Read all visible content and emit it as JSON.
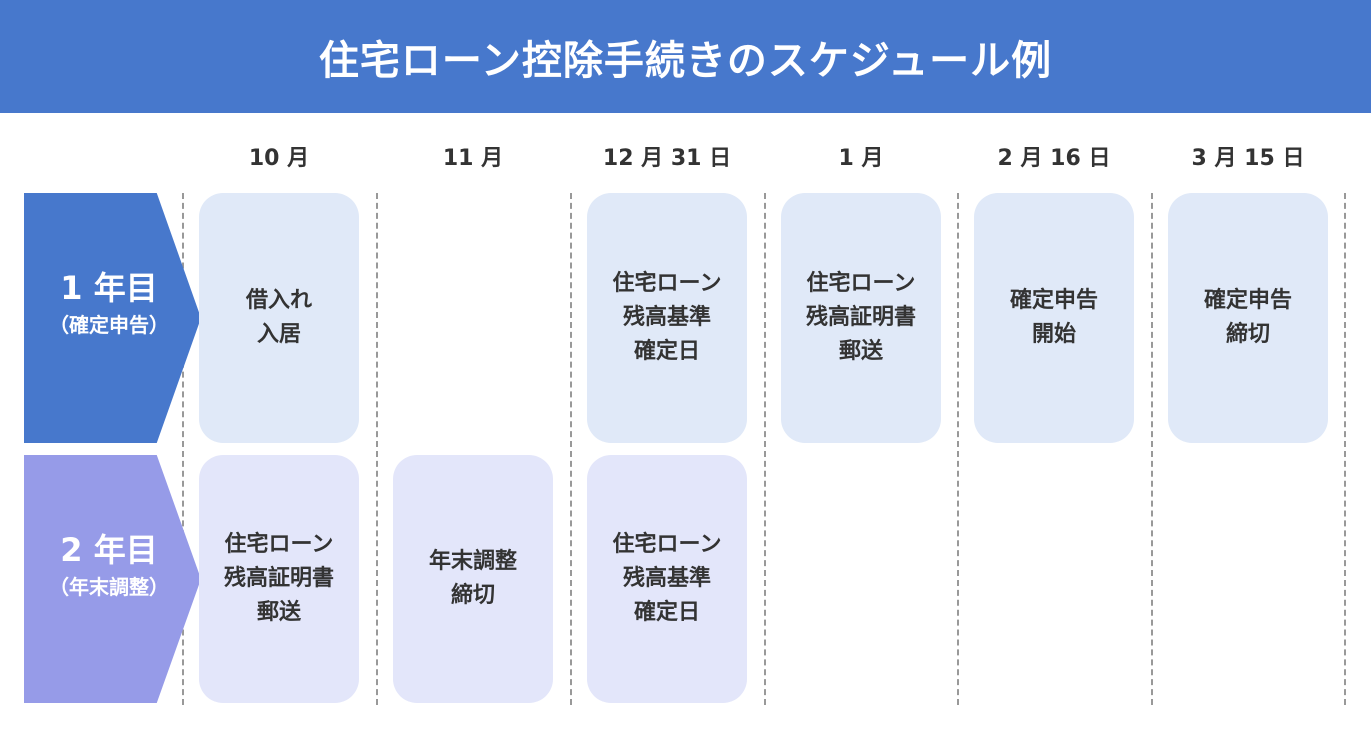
{
  "title": "住宅ローン控除手続きのスケジュール例",
  "columns": [
    "10 月",
    "11 月",
    "12 月 31 日",
    "1 月",
    "2 月 16 日",
    "3 月 15 日"
  ],
  "rows": [
    {
      "label": "1 年目",
      "sub": "（確定申告）",
      "color": "#4778cc",
      "cells": [
        "借入れ\n入居",
        "",
        "住宅ローン\n残高基準\n確定日",
        "住宅ローン\n残高証明書\n郵送",
        "確定申告\n開始",
        "確定申告\n締切"
      ]
    },
    {
      "label": "2 年目",
      "sub": "（年末調整）",
      "color": "#969be8",
      "cells": [
        "住宅ローン\n残高証明書\n郵送",
        "年末調整\n締切",
        "住宅ローン\n残高基準\n確定日",
        "",
        "",
        ""
      ]
    }
  ]
}
